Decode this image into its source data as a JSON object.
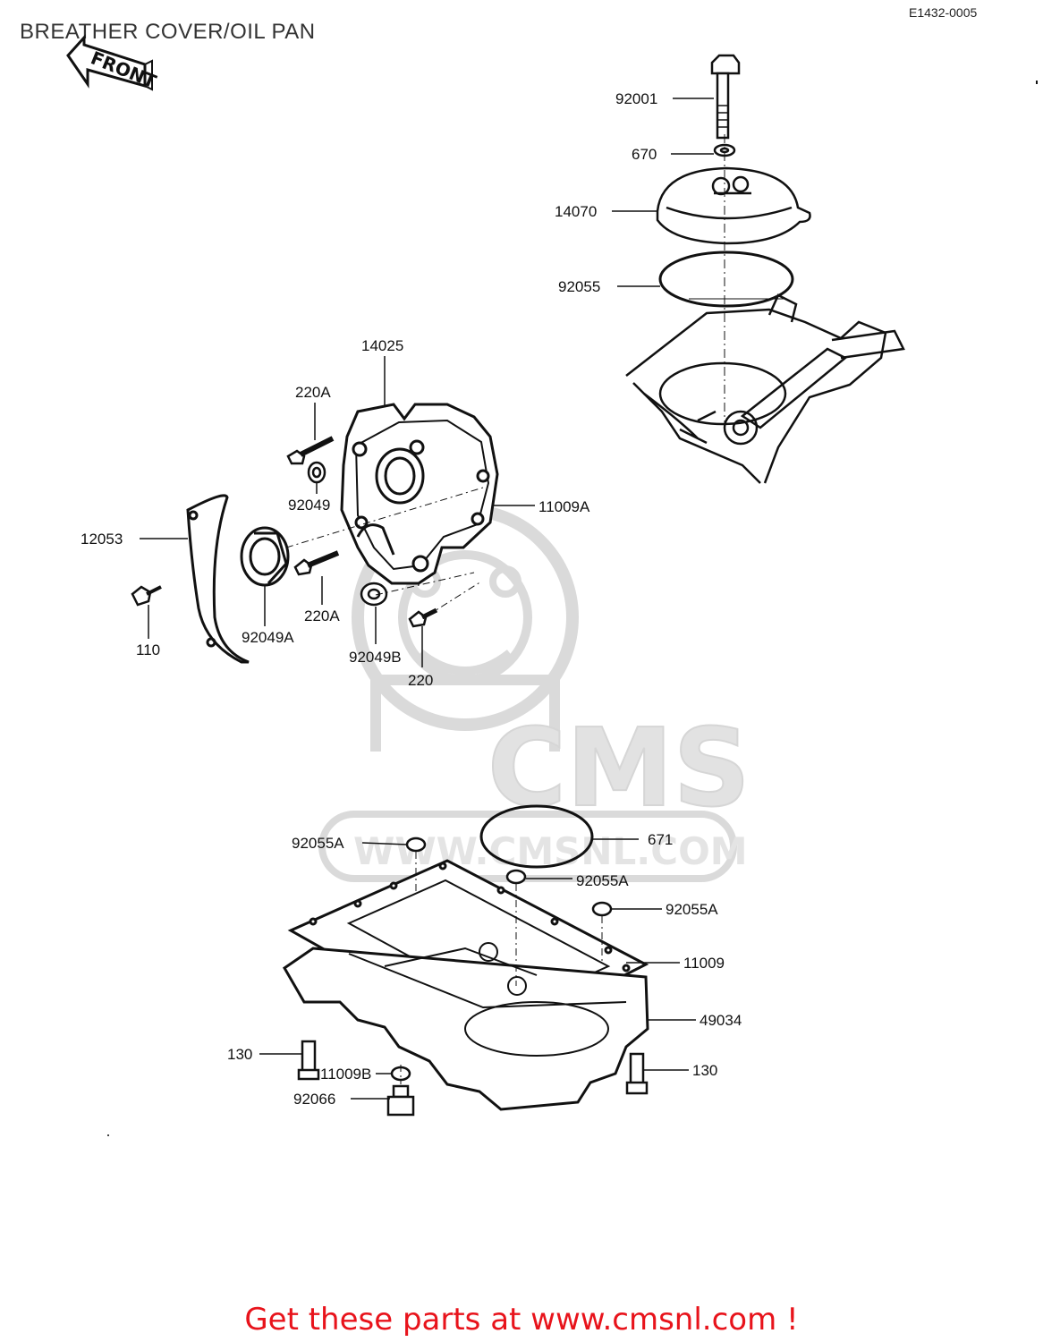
{
  "header": {
    "title": "BREATHER COVER/OIL PAN",
    "diagram_code": "E1432-0005",
    "front_label": "FRONT"
  },
  "watermark": {
    "brand": "CMS",
    "url": "WWW.CMSNL.COM"
  },
  "parts": {
    "p92001": "92001",
    "p670": "670",
    "p14070": "14070",
    "p92055": "92055",
    "p14025": "14025",
    "p220A_top": "220A",
    "p92049": "92049",
    "p11009A": "11009A",
    "p12053": "12053",
    "p220A_mid": "220A",
    "p92049A": "92049A",
    "p92049B": "92049B",
    "p110": "110",
    "p220": "220",
    "p92055A_1": "92055A",
    "p671": "671",
    "p92055A_2": "92055A",
    "p92055A_3": "92055A",
    "p11009": "11009",
    "p49034": "49034",
    "p130_left": "130",
    "p11009B": "11009B",
    "p92066": "92066",
    "p130_right": "130"
  },
  "footer": {
    "text": "Get these parts at www.cmsnl.com !"
  },
  "colors": {
    "footer_text": "#e8131b",
    "line_art": "#111111",
    "watermark": "#dadada"
  }
}
